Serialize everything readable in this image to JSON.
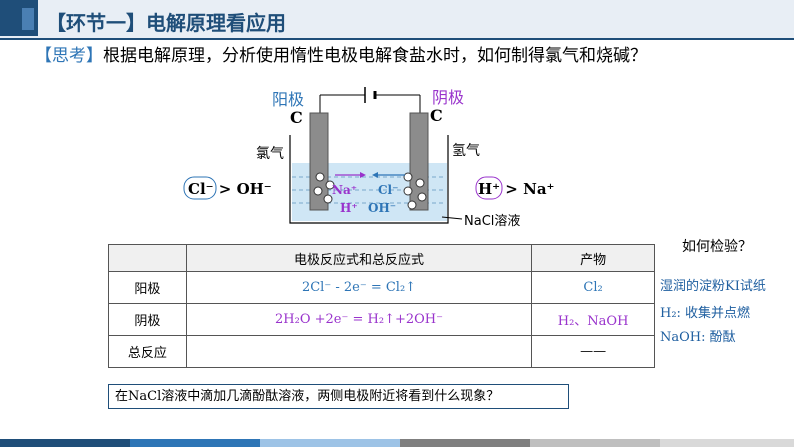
{
  "header": {
    "title": "【环节一】电解原理看应用"
  },
  "question": {
    "label": "【思考】",
    "text": "根据电解原理，分析使用惰性电极电解食盐水时，如何制得氯气和烧碱？"
  },
  "diagram": {
    "anode_label": "阳极",
    "cathode_label": "阴极",
    "anode_electrode": "C",
    "cathode_electrode": "C",
    "anode_gas": "氯气",
    "cathode_gas": "氢气",
    "anode_order": "Cl⁻ > OH⁻",
    "cathode_order": "H⁺ > Na⁺",
    "ion_na": "Na⁺",
    "ion_cl": "Cl⁻",
    "ion_h": "H⁺",
    "ion_oh": "OH⁻",
    "solution_label": "NaCl溶液"
  },
  "table": {
    "headers": [
      "",
      "电极反应式和总反应式",
      "产物"
    ],
    "rows": [
      {
        "name": "阳极",
        "equation": "2Cl⁻ - 2e⁻ = Cl₂↑",
        "product": "Cl₂"
      },
      {
        "name": "阴极",
        "equation": "2H₂O +2e⁻ = H₂↑+2OH⁻",
        "product": "H₂、NaOH"
      },
      {
        "name": "总反应",
        "equation": "",
        "product": "——"
      }
    ]
  },
  "side_notes": {
    "title": "如何检验？",
    "items": [
      "湿润的淀粉KI试纸",
      "H₂: 收集并点燃",
      "NaOH: 酚酞"
    ]
  },
  "bottom_question": "在NaCl溶液中滴加几滴酚酞溶液，两侧电极附近将看到什么现象？",
  "colors": {
    "accent": "#1f4e79",
    "label_blue": "#2e75b6",
    "purple": "#9933cc",
    "solution": "#cfe6f5"
  }
}
